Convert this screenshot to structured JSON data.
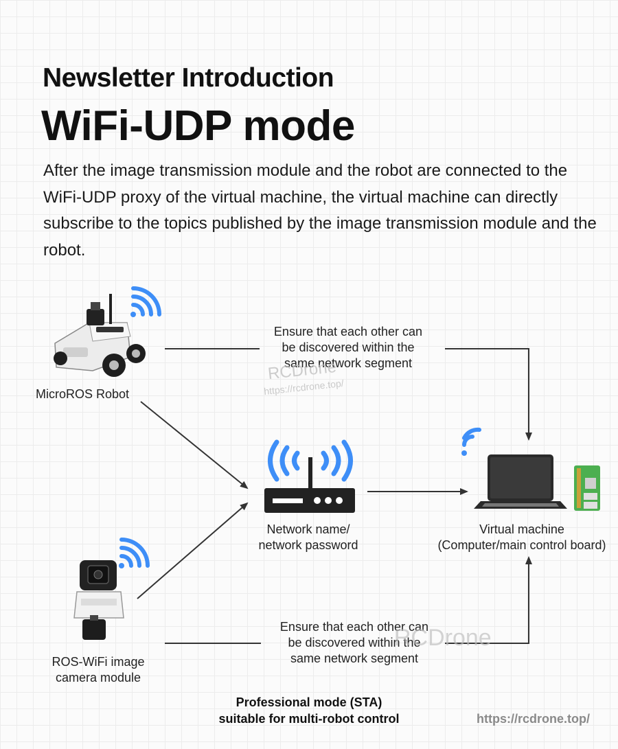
{
  "header": {
    "section_label": "Newsletter Introduction",
    "title": "WiFi-UDP mode",
    "description": "After the image transmission module and the robot are connected to the WiFi-UDP proxy of the virtual machine, the virtual machine can directly subscribe to the topics published by the image transmission module and the robot."
  },
  "diagram": {
    "robot": {
      "label": "MicroROS Robot",
      "icon": "robot-car-icon"
    },
    "camera": {
      "label_line1": "ROS-WiFi image",
      "label_line2": "camera module",
      "icon": "camera-module-icon"
    },
    "router": {
      "label_line1": "Network name/",
      "label_line2": "network password",
      "icon": "wifi-router-icon"
    },
    "virtual_machine": {
      "label_line1": "Virtual machine",
      "label_line2": "(Computer/main control board)",
      "icon": "laptop-icon"
    },
    "top_note": {
      "line1": "Ensure that each other can",
      "line2": "be discovered within the",
      "line3": "same network segment"
    },
    "bottom_note": {
      "line1": "Ensure that each other can",
      "line2": "be discovered within the",
      "line3": "same network segment"
    }
  },
  "footer": {
    "line1": "Professional mode (STA)",
    "line2": "suitable for multi-robot control"
  },
  "watermark": {
    "brand": "RCDrone",
    "url": "https://rcdrone.top/"
  },
  "colors": {
    "wifi": "#3e8ef7",
    "arrow": "#333333",
    "board": "#4caf50"
  }
}
